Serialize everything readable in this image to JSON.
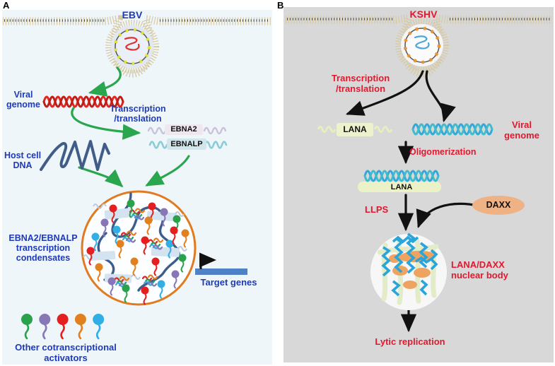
{
  "figure": {
    "panel_a": {
      "label": "A",
      "title": "EBV",
      "labels": {
        "viral_genome": "Viral\ngenome",
        "transcription_translation": "Transcription\n/translation",
        "host_cell_dna": "Host cell\nDNA",
        "condensates": "EBNA2/EBNALP\ntranscription\ncondensates",
        "target_genes": "Target genes",
        "other_activators": "Other cotranscriptional\nactivators"
      },
      "chips": {
        "ebna2": "EBNA2",
        "ebnalp": "EBNALP"
      },
      "activator_colors": [
        "#2aa24c",
        "#8877b5",
        "#e51f1f",
        "#e2801f",
        "#31aee4"
      ],
      "colors": {
        "background": "#eff6fa",
        "text": "#1d3ab8",
        "arrow": "#2aa64e",
        "viral_genome_dna": "#e3261d",
        "host_dna": "#3f5d88",
        "condensate_ring": "#e07b1f",
        "target_gene_bar": "#4f81c7",
        "ebna2_chip": "#efe7ef",
        "ebnalp_chip": "#d0e6ea",
        "virus_dots": "#e3e33c"
      }
    },
    "panel_b": {
      "label": "B",
      "title": "KSHV",
      "labels": {
        "transcription_translation": "Transcription\n/translation",
        "viral_genome": "Viral\ngenome",
        "oligomerization": "Oligomerization",
        "llps": "LLPS",
        "nuclear_body": "LANA/DAXX\nnuclear body",
        "lytic_replication": "Lytic replication"
      },
      "chips": {
        "lana": "LANA",
        "lana_oligomer": "LANA",
        "daxx": "DAXX"
      },
      "colors": {
        "background": "#d8d8d8",
        "text": "#e2182e",
        "arrow": "#111111",
        "viral_genome_dna": "#2fa8dc",
        "lana_chip": "#edf2cd",
        "daxx_fill": "#eeb284",
        "nuclear_body_fill": "#f7f7f7",
        "virus_dots": "#f0952e"
      }
    },
    "shared_colors": {
      "membrane": "#d6c9a3"
    }
  }
}
